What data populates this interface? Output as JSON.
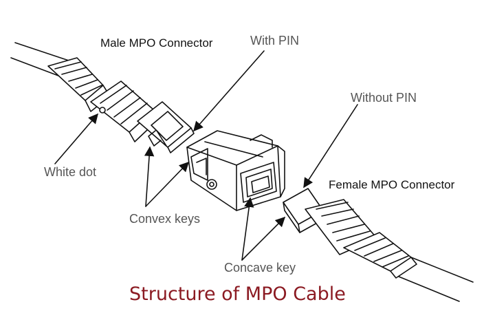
{
  "figure": {
    "title": "Structure of MPO Cable",
    "labels": {
      "male_connector": "Male MPO Connector",
      "with_pin": "With PIN",
      "without_pin": "Without PIN",
      "white_dot": "White dot",
      "female_connector": "Female MPO Connector",
      "convex_keys": "Convex keys",
      "concave_key": "Concave key"
    },
    "colors": {
      "title": "#8b1a22",
      "label_dark": "#111111",
      "label_grey": "#555555",
      "line": "#111111"
    }
  }
}
